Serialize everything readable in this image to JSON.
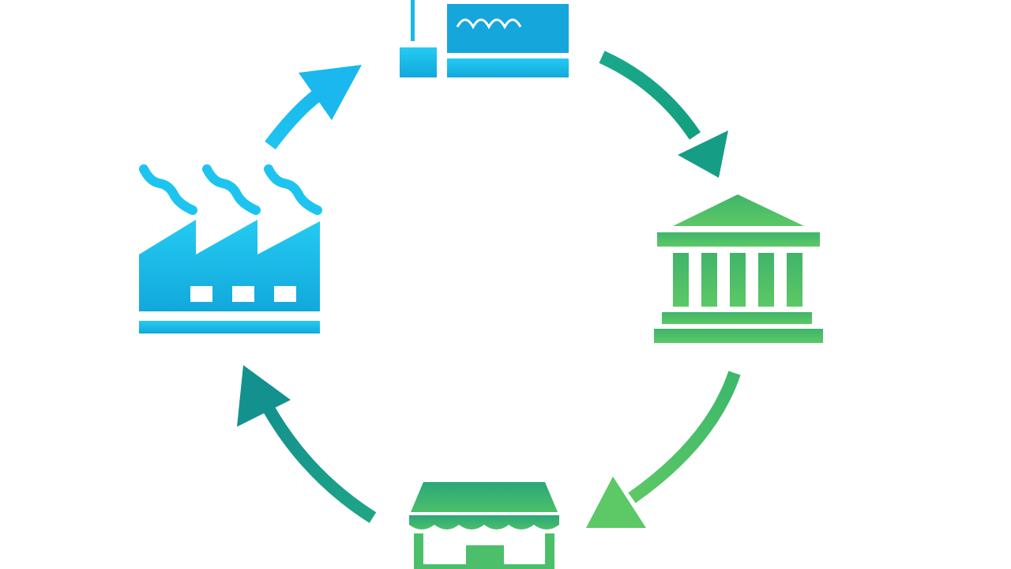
{
  "diagram": {
    "type": "cycle",
    "direction": "clockwise",
    "nodes": [
      {
        "icon": "warehouse-icon"
      },
      {
        "icon": "bank-icon"
      },
      {
        "icon": "store-icon"
      },
      {
        "icon": "factory-icon"
      }
    ],
    "arrow_count": 4
  },
  "colors": {
    "background": "#ffffff",
    "blue_light": "#1ec4f0",
    "blue": "#1aaee0",
    "teal": "#16a38e",
    "teal_dark": "#15958f",
    "green": "#3fb46c",
    "green_light": "#5cc866"
  }
}
